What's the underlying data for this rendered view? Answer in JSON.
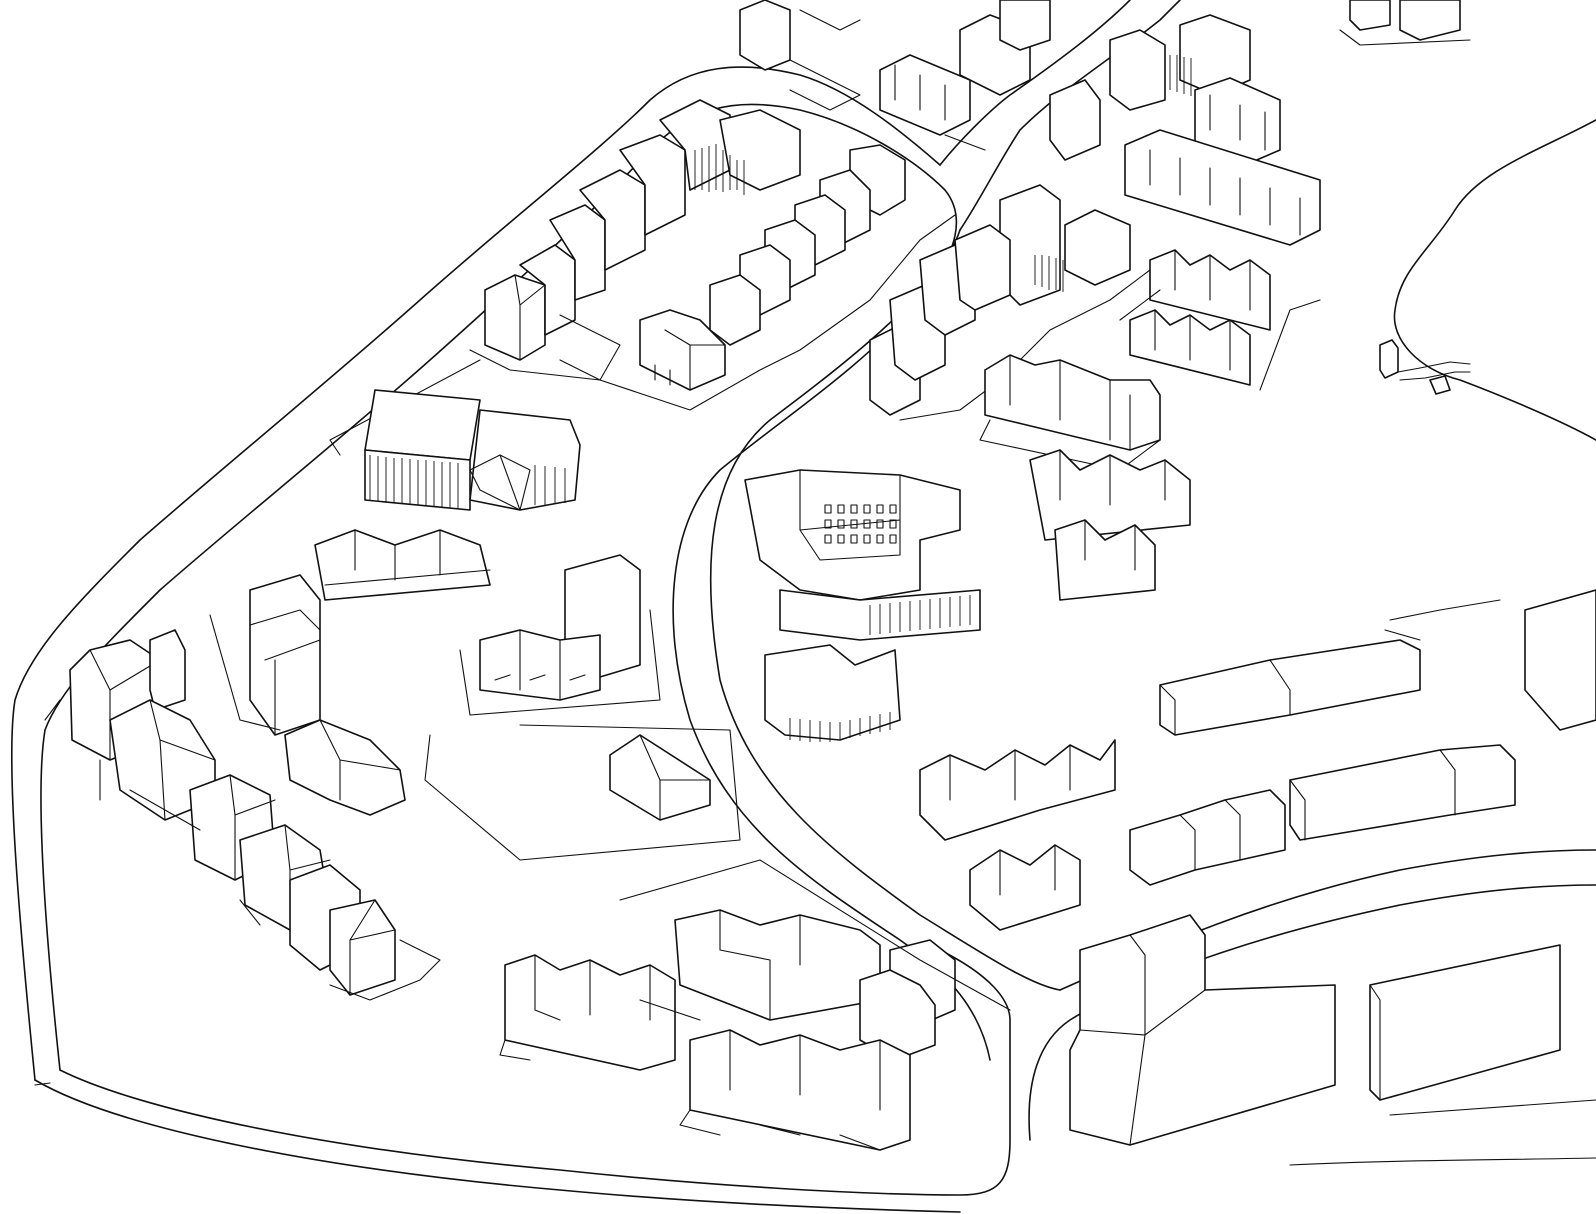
{
  "drawing": {
    "style": "hand-drawn isometric masterplan sketch",
    "ink_color": "#111111",
    "paper_color": "#ffffff",
    "labels": []
  },
  "elements": {
    "roads": [
      "outer-ring-road",
      "central-curved-road",
      "north-east-road",
      "south-east-road"
    ],
    "features": [
      "river-bank",
      "jetty"
    ],
    "building_groups": [
      "north-terrace-west",
      "north-terrace-east",
      "mixed-use-block-west",
      "central-school-complex",
      "south-perimeter-blocks",
      "east-apartment-blocks",
      "west-edge-terrace",
      "mews-houses"
    ]
  }
}
